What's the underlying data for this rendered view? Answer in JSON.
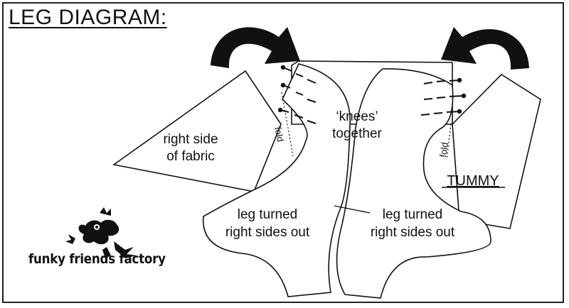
{
  "title": "LEG DIAGRAM:",
  "labels": {
    "fabric_line1": "right side",
    "fabric_line2": "of fabric",
    "knees_line1": "‘knees’",
    "knees_line2": "together",
    "fold_left": "fold",
    "fold_right": "fold",
    "tummy": "TUMMY",
    "leg_left_line1": "leg turned",
    "leg_left_line2": "right sides out",
    "leg_right_line1": "leg turned",
    "leg_right_line2": "right sides out"
  },
  "brand": {
    "name": "funky friends factory"
  },
  "colors": {
    "ink": "#111111",
    "background": "#ffffff"
  }
}
